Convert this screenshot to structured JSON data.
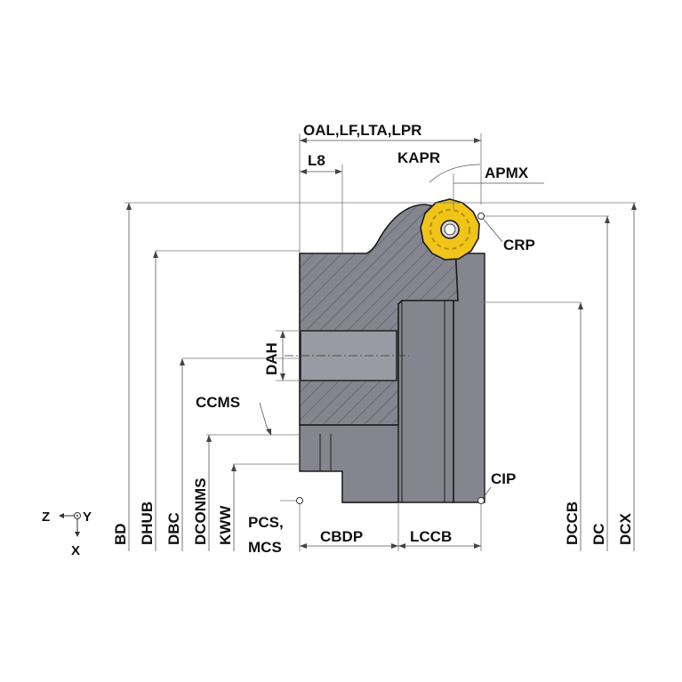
{
  "labels": {
    "oal": "OAL,LF,LTA,LPR",
    "l8": "L8",
    "kapr": "KAPR",
    "apmx": "APMX",
    "crp": "CRP",
    "dah": "DAH",
    "ccms": "CCMS",
    "cip": "CIP",
    "pcs": "PCS,",
    "mcs": "MCS",
    "cbdp": "CBDP",
    "lccb": "LCCB",
    "bd": "BD",
    "dhub": "DHUB",
    "dbc": "DBC",
    "dconms": "DCONMS",
    "kww": "KWW",
    "dccb": "DCCB",
    "dc": "DC",
    "dcx": "DCX"
  },
  "axes": {
    "z": "Z",
    "y": "Y",
    "x": "X"
  },
  "colors": {
    "body": "#85858f",
    "body_light": "#9a9aa4",
    "outline": "#1a1a1a",
    "insert": "#f0c419",
    "insert_dark": "#b88a00",
    "hatch": "#5e5e68"
  }
}
